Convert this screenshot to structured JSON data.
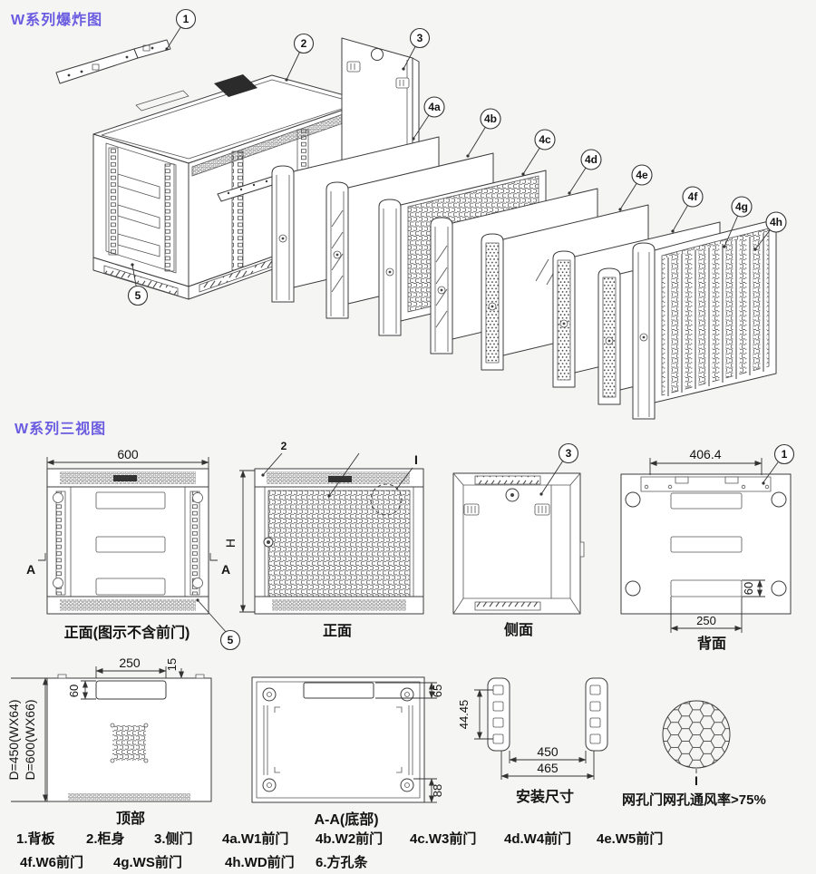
{
  "titles": {
    "exploded": "W系列爆炸图",
    "three_view": "W系列三视图"
  },
  "callouts": {
    "1": "1",
    "2": "2",
    "3": "3",
    "4a": "4a",
    "4b": "4b",
    "4c": "4c",
    "4d": "4d",
    "4e": "4e",
    "4f": "4f",
    "4g": "4g",
    "4h": "4h",
    "5": "5"
  },
  "views": {
    "front_no_door": {
      "label": "正面(图示不含前门)",
      "width_dim": "600",
      "section_mark": "A"
    },
    "front": {
      "label": "正面",
      "height_dim": "H",
      "detail_mark": "I"
    },
    "side": {
      "label": "侧面"
    },
    "back": {
      "label": "背面",
      "top_dim": "406.4",
      "slot_height_dim": "60",
      "slot_width_dim": "250"
    },
    "top": {
      "label": "顶部",
      "slot_width_dim": "250",
      "edge_dim": "15",
      "slot_height_dim": "60",
      "depth_dim_1": "D=450(WX64)",
      "depth_dim_2": "D=600(WX66)"
    },
    "bottom": {
      "label": "A-A(底部)",
      "top_dim": "65",
      "bottom_dim": "88"
    },
    "install": {
      "label": "安装尺寸",
      "pitch_dim": "44.45",
      "inner_dim": "450",
      "outer_dim": "465"
    },
    "mesh_detail": {
      "label": "网孔门网孔通风率>75%",
      "mark": "I"
    }
  },
  "legend": {
    "row1": [
      "1.背板",
      "2.柜身",
      "3.侧门",
      "4a.W1前门",
      "4b.W2前门",
      "4c.W3前门",
      "4d.W4前门",
      "4e.W5前门"
    ],
    "row2": [
      "4f.W6前门",
      "4g.WS前门",
      "4h.WD前门",
      "6.方孔条"
    ]
  }
}
